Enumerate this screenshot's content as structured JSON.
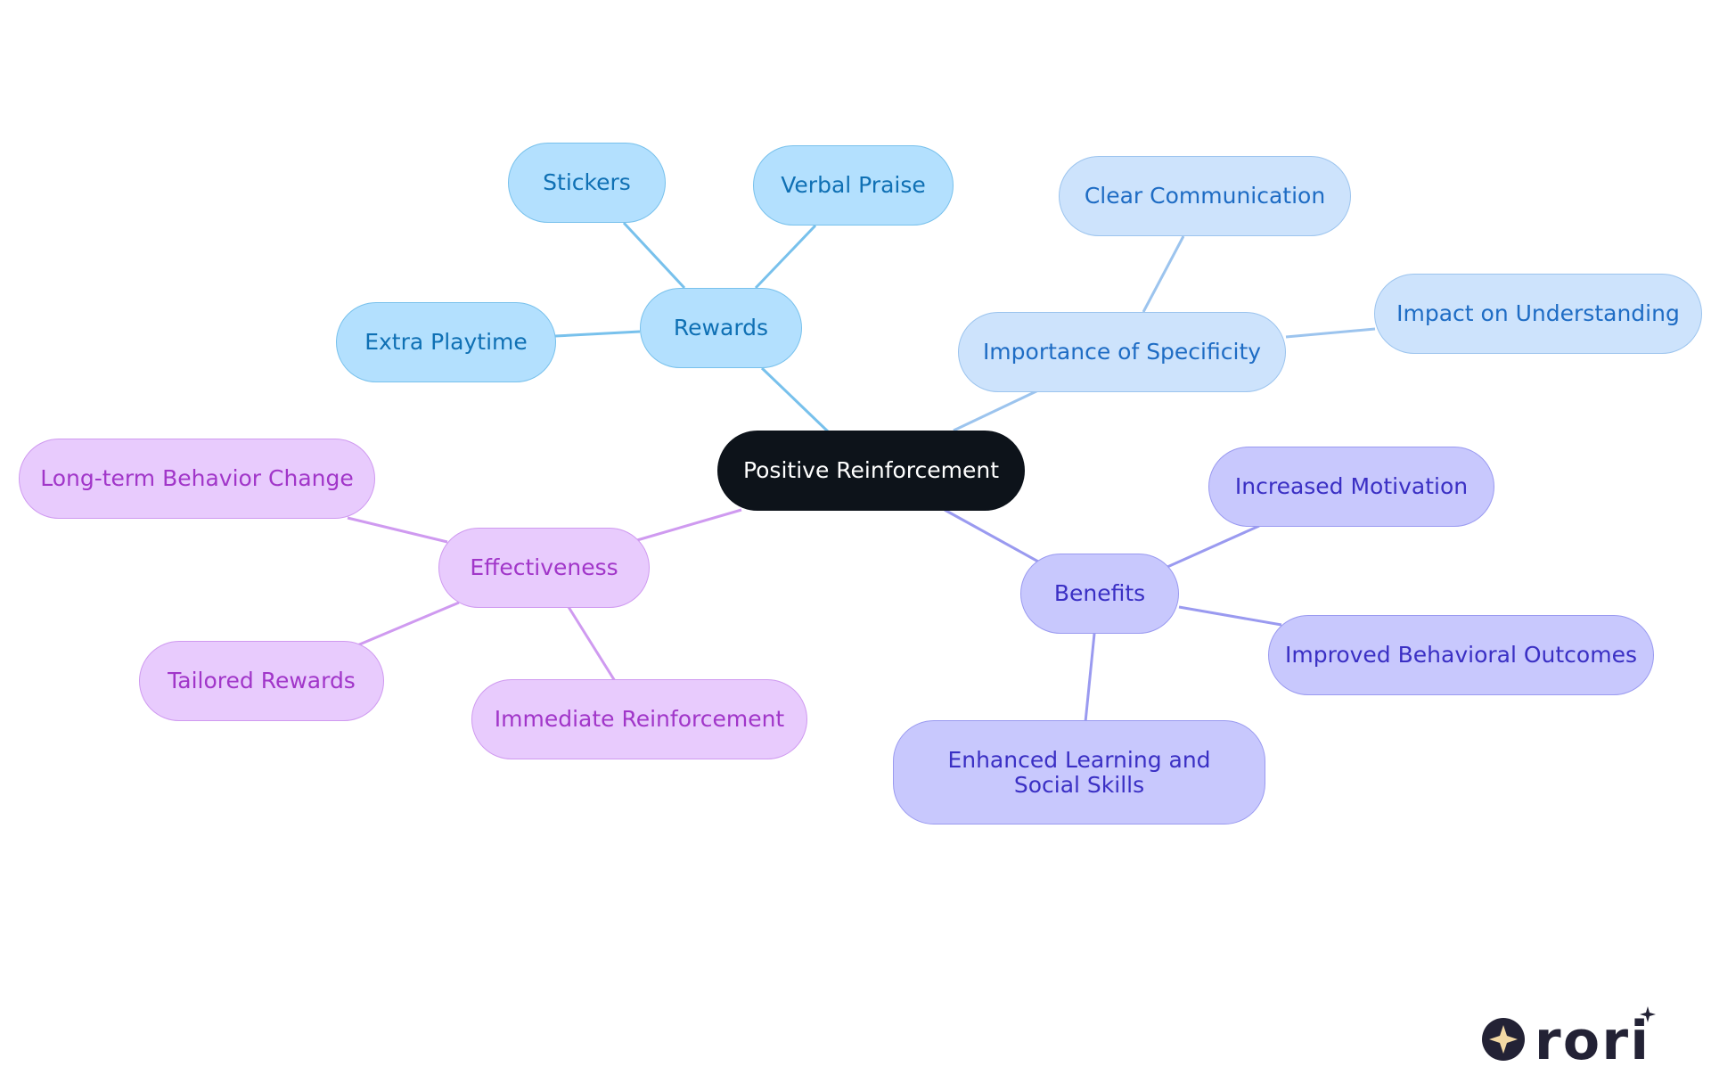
{
  "diagram": {
    "center": "Positive Reinforcement",
    "branches": {
      "rewards": {
        "label": "Rewards",
        "children": [
          "Stickers",
          "Verbal Praise",
          "Extra Playtime"
        ]
      },
      "specificity": {
        "label": "Importance of Specificity",
        "children": [
          "Clear Communication",
          "Impact on Understanding"
        ]
      },
      "benefits": {
        "label": "Benefits",
        "children": [
          "Increased Motivation",
          "Improved Behavioral Outcomes",
          "Enhanced Learning and Social Skills"
        ]
      },
      "effectiveness": {
        "label": "Effectiveness",
        "children": [
          "Long-term Behavior Change",
          "Tailored Rewards",
          "Immediate Reinforcement"
        ]
      }
    }
  },
  "colors": {
    "center_fill": "#0d131a",
    "rewards_fill": "#b3e0fe",
    "rewards_line": "#78c1ec",
    "specificity_fill": "#cde3fc",
    "specificity_line": "#9cc4ee",
    "benefits_fill": "#c8c8fd",
    "benefits_line": "#9a9af0",
    "effectiveness_fill": "#e8cbfd",
    "effectiveness_line": "#cf9af0"
  },
  "logo": {
    "text": "rori",
    "icon": "sparkle-icon"
  }
}
